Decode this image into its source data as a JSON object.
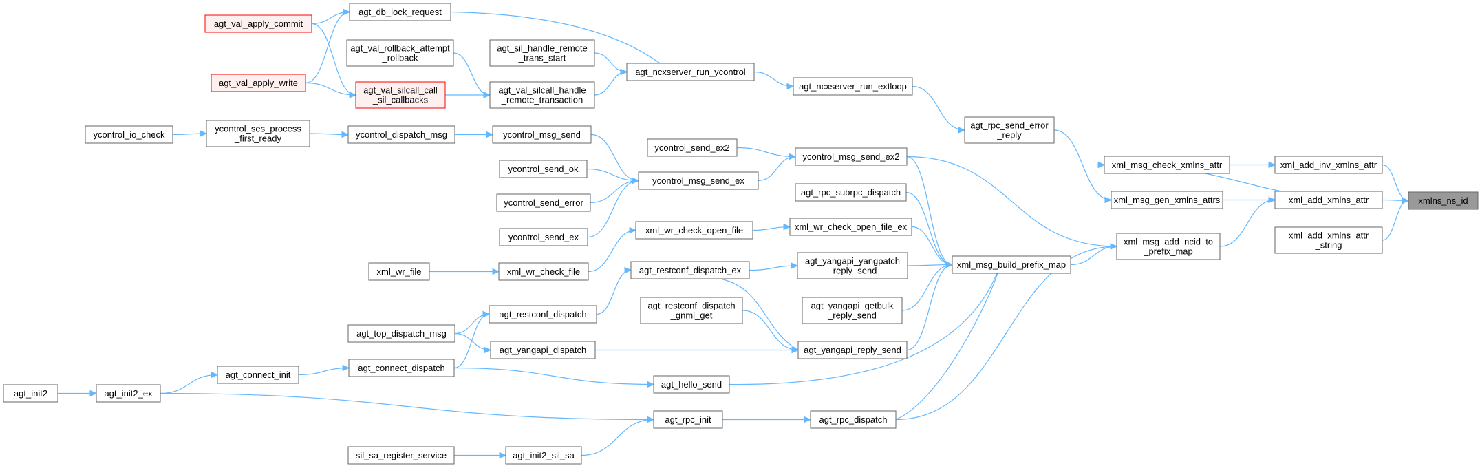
{
  "title": "xmlns_ns_id call graph",
  "colors": {
    "edge": "#63b8ff",
    "node_border": "#666666",
    "highlight_border": "#ff0000",
    "root_fill": "#999999"
  },
  "nodes": {
    "xmlns_ns_id": [
      "xmlns_ns_id"
    ],
    "xml_add_inv_xmlns_attr": [
      "xml_add_inv_xmlns_attr"
    ],
    "xml_add_xmlns_attr": [
      "xml_add_xmlns_attr"
    ],
    "xml_add_xmlns_attr_string": [
      "xml_add_xmlns_attr",
      "_string"
    ],
    "xml_msg_check_xmlns_attr": [
      "xml_msg_check_xmlns_attr"
    ],
    "xml_msg_gen_xmlns_attrs": [
      "xml_msg_gen_xmlns_attrs"
    ],
    "xml_msg_add_ncid_to_prefix_map": [
      "xml_msg_add_ncid_to",
      "_prefix_map"
    ],
    "xml_msg_build_prefix_map": [
      "xml_msg_build_prefix_map"
    ],
    "agt_rpc_send_error_reply": [
      "agt_rpc_send_error",
      "_reply"
    ],
    "agt_ncxserver_run_extloop": [
      "agt_ncxserver_run_extloop"
    ],
    "agt_ncxserver_run_ycontrol": [
      "agt_ncxserver_run_ycontrol"
    ],
    "agt_db_lock_request": [
      "agt_db_lock_request"
    ],
    "agt_val_apply_commit": [
      "agt_val_apply_commit"
    ],
    "agt_val_apply_write": [
      "agt_val_apply_write"
    ],
    "agt_val_silcall_call_sil_callbacks": [
      "agt_val_silcall_call",
      "_sil_callbacks"
    ],
    "agt_val_rollback_attempt_rollback": [
      "agt_val_rollback_attempt",
      "_rollback"
    ],
    "agt_sil_handle_remote_trans_start": [
      "agt_sil_handle_remote",
      "_trans_start"
    ],
    "agt_val_silcall_handle_remote_transaction": [
      "agt_val_silcall_handle",
      "_remote_transaction"
    ],
    "ycontrol_io_check": [
      "ycontrol_io_check"
    ],
    "ycontrol_ses_process_first_ready": [
      "ycontrol_ses_process",
      "_first_ready"
    ],
    "ycontrol_dispatch_msg": [
      "ycontrol_dispatch_msg"
    ],
    "ycontrol_msg_send": [
      "ycontrol_msg_send"
    ],
    "ycontrol_send_ex2": [
      "ycontrol_send_ex2"
    ],
    "ycontrol_msg_send_ex2": [
      "ycontrol_msg_send_ex2"
    ],
    "ycontrol_send_ok": [
      "ycontrol_send_ok"
    ],
    "ycontrol_msg_send_ex": [
      "ycontrol_msg_send_ex"
    ],
    "ycontrol_send_error": [
      "ycontrol_send_error"
    ],
    "ycontrol_send_ex": [
      "ycontrol_send_ex"
    ],
    "agt_rpc_subrpc_dispatch": [
      "agt_rpc_subrpc_dispatch"
    ],
    "xml_wr_check_open_file": [
      "xml_wr_check_open_file"
    ],
    "xml_wr_check_open_file_ex": [
      "xml_wr_check_open_file_ex"
    ],
    "xml_wr_file": [
      "xml_wr_file"
    ],
    "xml_wr_check_file": [
      "xml_wr_check_file"
    ],
    "agt_restconf_dispatch_ex": [
      "agt_restconf_dispatch_ex"
    ],
    "agt_yangapi_yangpatch_reply_send": [
      "agt_yangapi_yangpatch",
      "_reply_send"
    ],
    "agt_restconf_dispatch_gnmi_get": [
      "agt_restconf_dispatch",
      "_gnmi_get"
    ],
    "agt_yangapi_getbulk_reply_send": [
      "agt_yangapi_getbulk",
      "_reply_send"
    ],
    "agt_restconf_dispatch": [
      "agt_restconf_dispatch"
    ],
    "agt_top_dispatch_msg": [
      "agt_top_dispatch_msg"
    ],
    "agt_yangapi_dispatch": [
      "agt_yangapi_dispatch"
    ],
    "agt_yangapi_reply_send": [
      "agt_yangapi_reply_send"
    ],
    "agt_connect_init": [
      "agt_connect_init"
    ],
    "agt_connect_dispatch": [
      "agt_connect_dispatch"
    ],
    "agt_init2": [
      "agt_init2"
    ],
    "agt_init2_ex": [
      "agt_init2_ex"
    ],
    "agt_hello_send": [
      "agt_hello_send"
    ],
    "agt_rpc_init": [
      "agt_rpc_init"
    ],
    "agt_rpc_dispatch": [
      "agt_rpc_dispatch"
    ],
    "sil_sa_register_service": [
      "sil_sa_register_service"
    ],
    "agt_init2_sil_sa": [
      "agt_init2_sil_sa"
    ]
  }
}
